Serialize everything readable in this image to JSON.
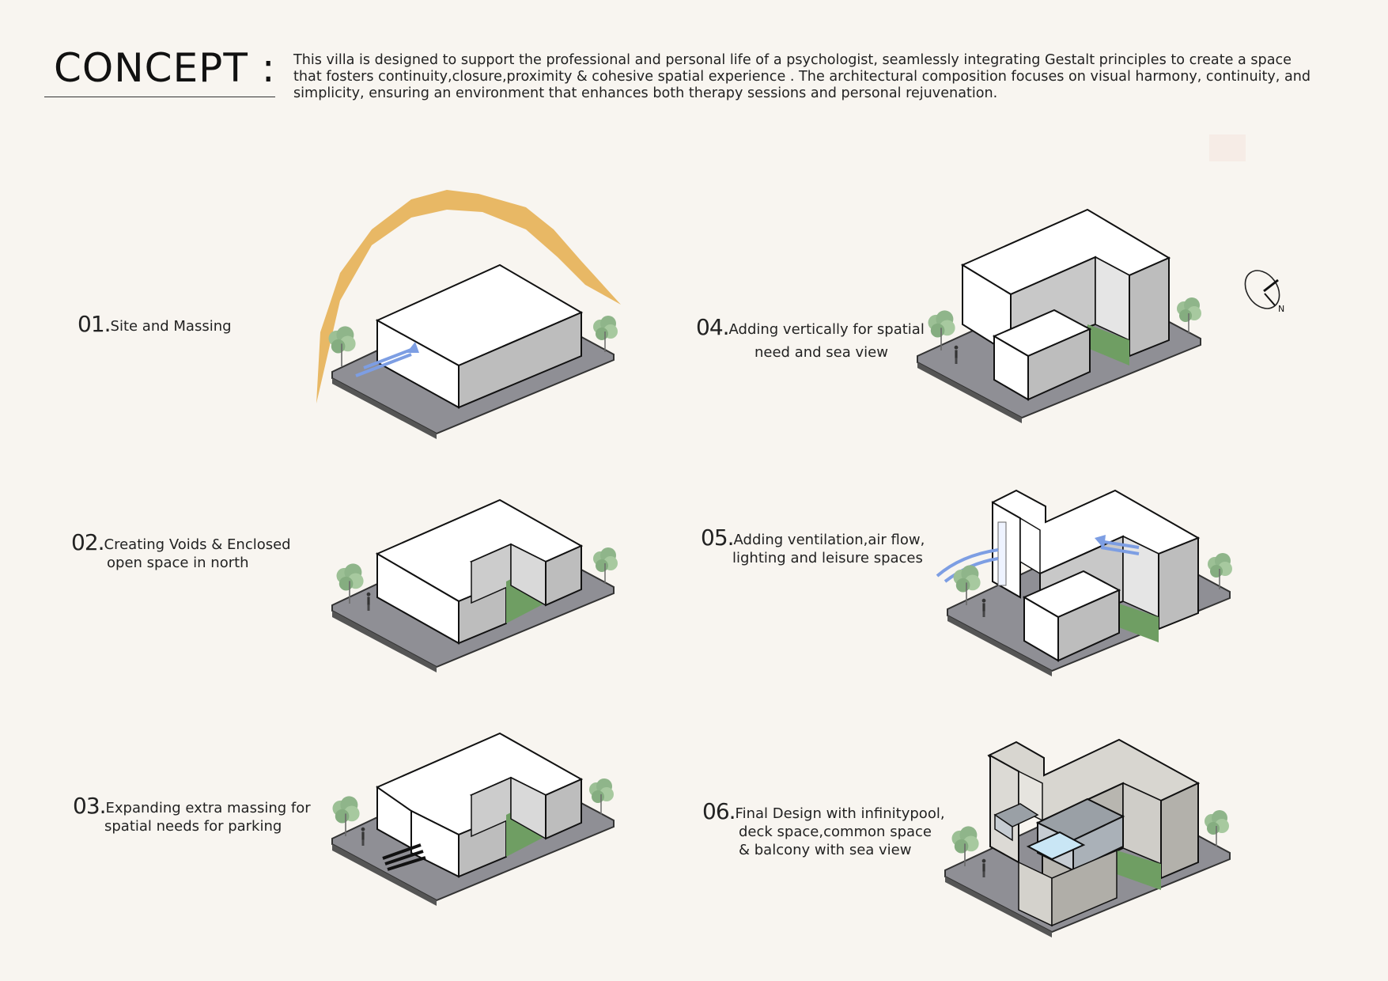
{
  "header": {
    "title": "CONCEPT :",
    "intro": "This villa is designed to support the professional and personal life of a psychologist, seamlessly integrating Gestalt principles to create a space that fosters continuity,closure,proximity & cohesive spatial experience . The architectural composition focuses on visual harmony, continuity, and simplicity, ensuring an environment that enhances both therapy sessions and personal rejuvenation."
  },
  "steps": [
    {
      "num": "01.",
      "line1": "Site and Massing",
      "line2": ""
    },
    {
      "num": "02.",
      "line1": "Creating Voids & Enclosed",
      "line2": "open space in north"
    },
    {
      "num": "03.",
      "line1": "Expanding extra massing for",
      "line2": "spatial needs for parking"
    },
    {
      "num": "04.",
      "line1": "Adding vertically for spatial",
      "line2": "need and sea view"
    },
    {
      "num": "05.",
      "line1": "Adding ventilation,air flow,",
      "line2": "lighting and leisure spaces"
    },
    {
      "num": "06.",
      "line1": "Final Design with infinitypool,",
      "line2": "deck space,common space",
      "line3": "& balcony with sea view"
    }
  ],
  "compass": {
    "label": "N"
  },
  "colors": {
    "background": "#f8f5f0",
    "sun_path": "#e8b865",
    "plinth": "#8f8f95",
    "mass_face": "#ffffff",
    "shadow_face": "#bdbdbd",
    "grass": "#6f9e63",
    "tree": "#8fb58a",
    "wind_arrow": "#7d9ee3"
  }
}
